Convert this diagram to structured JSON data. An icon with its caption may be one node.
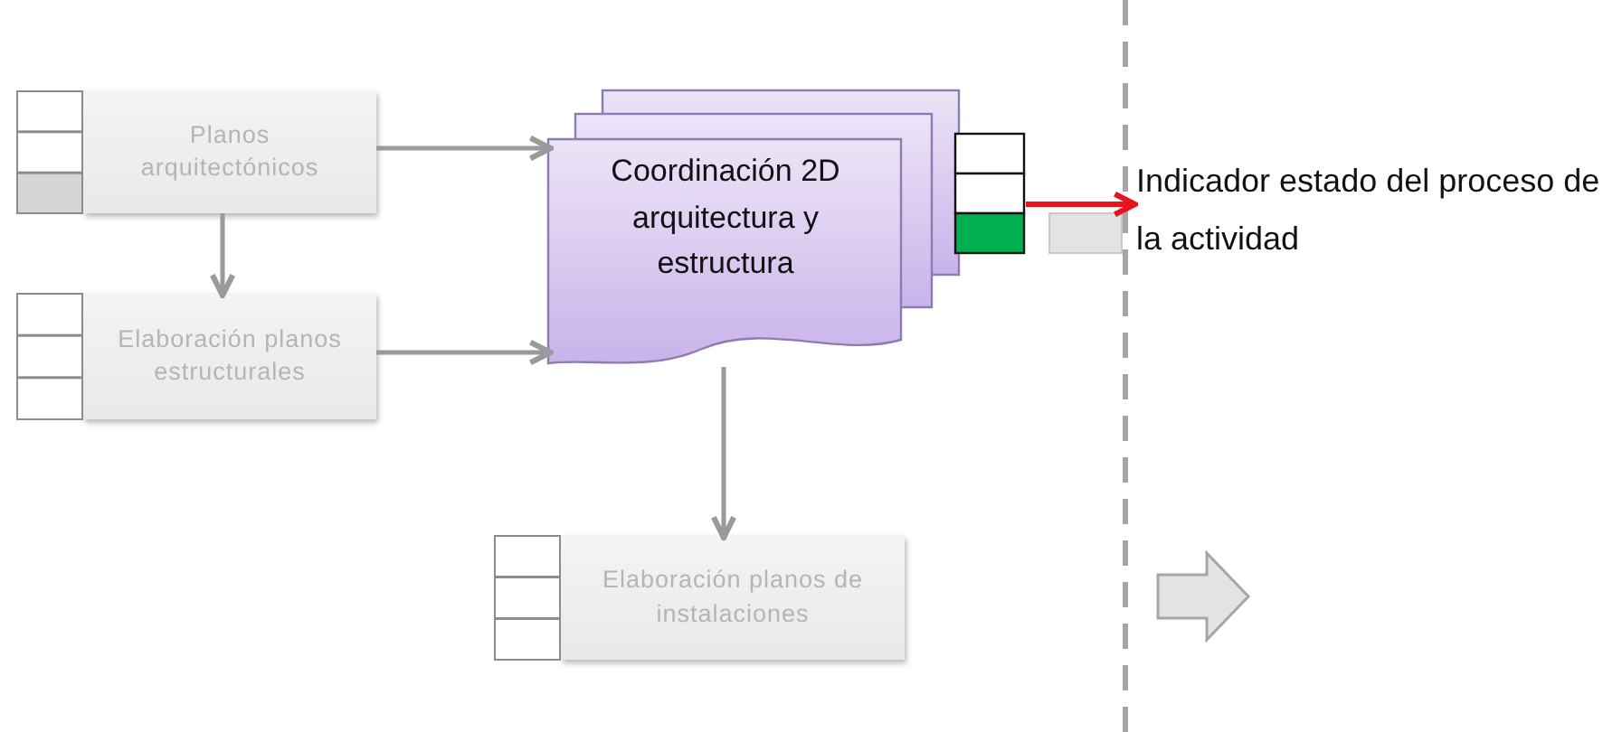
{
  "diagram": {
    "nodes": [
      {
        "text": [
          "Planos arquitectónicos"
        ]
      },
      {
        "text": [
          "Elaboración planos estructurales"
        ]
      },
      {
        "text": [
          "Coordinación 2D arquitectura y estructura"
        ]
      },
      {
        "text": [
          "Elaboración planos de instalaciones"
        ]
      },
      {
        "text": [
          "Indicador estado del proceso de la actividad"
        ]
      }
    ],
    "edges": [
      {
        "from": 0,
        "to": 2,
        "arrow": "to"
      },
      {
        "from": 0,
        "to": 1,
        "arrow": "to"
      },
      {
        "from": 1,
        "to": 2,
        "arrow": "to"
      },
      {
        "from": 2,
        "to": 3,
        "arrow": "to"
      },
      {
        "from": 2,
        "to": 4,
        "arrow": "to",
        "color": "#e8141b"
      }
    ]
  }
}
